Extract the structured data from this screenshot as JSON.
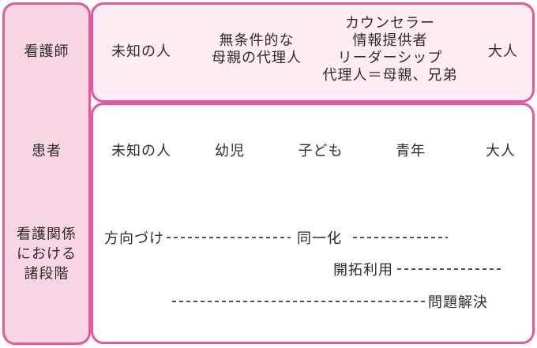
{
  "colors": {
    "border_pink": "#e8569c",
    "left_column_fill": "#f8d5e5",
    "top_box_fill": "#fdecf4",
    "bottom_box_fill": "#ffffff",
    "text": "#322a28"
  },
  "left_column": {
    "nurse": "看護師",
    "patient": "患者",
    "phases": {
      "line1": "看護関係",
      "line2": "における",
      "line3": "諸段階"
    }
  },
  "nurse_row": {
    "stranger": "未知の人",
    "surrogate": {
      "line1": "無条件的な",
      "line2": "母親の代理人"
    },
    "roles": {
      "line1": "カウンセラー",
      "line2": "情報提供者",
      "line3": "リーダーシップ",
      "line4": "代理人＝母親、兄弟"
    },
    "adult": "大人"
  },
  "patient_row": {
    "stranger": "未知の人",
    "infant": "幼児",
    "child": "子ども",
    "adolescent": "青年",
    "adult": "大人"
  },
  "phases_row": {
    "orientation": "方向づけ",
    "identification": "同一化",
    "exploitation": "開拓利用",
    "resolution": "問題解決"
  }
}
